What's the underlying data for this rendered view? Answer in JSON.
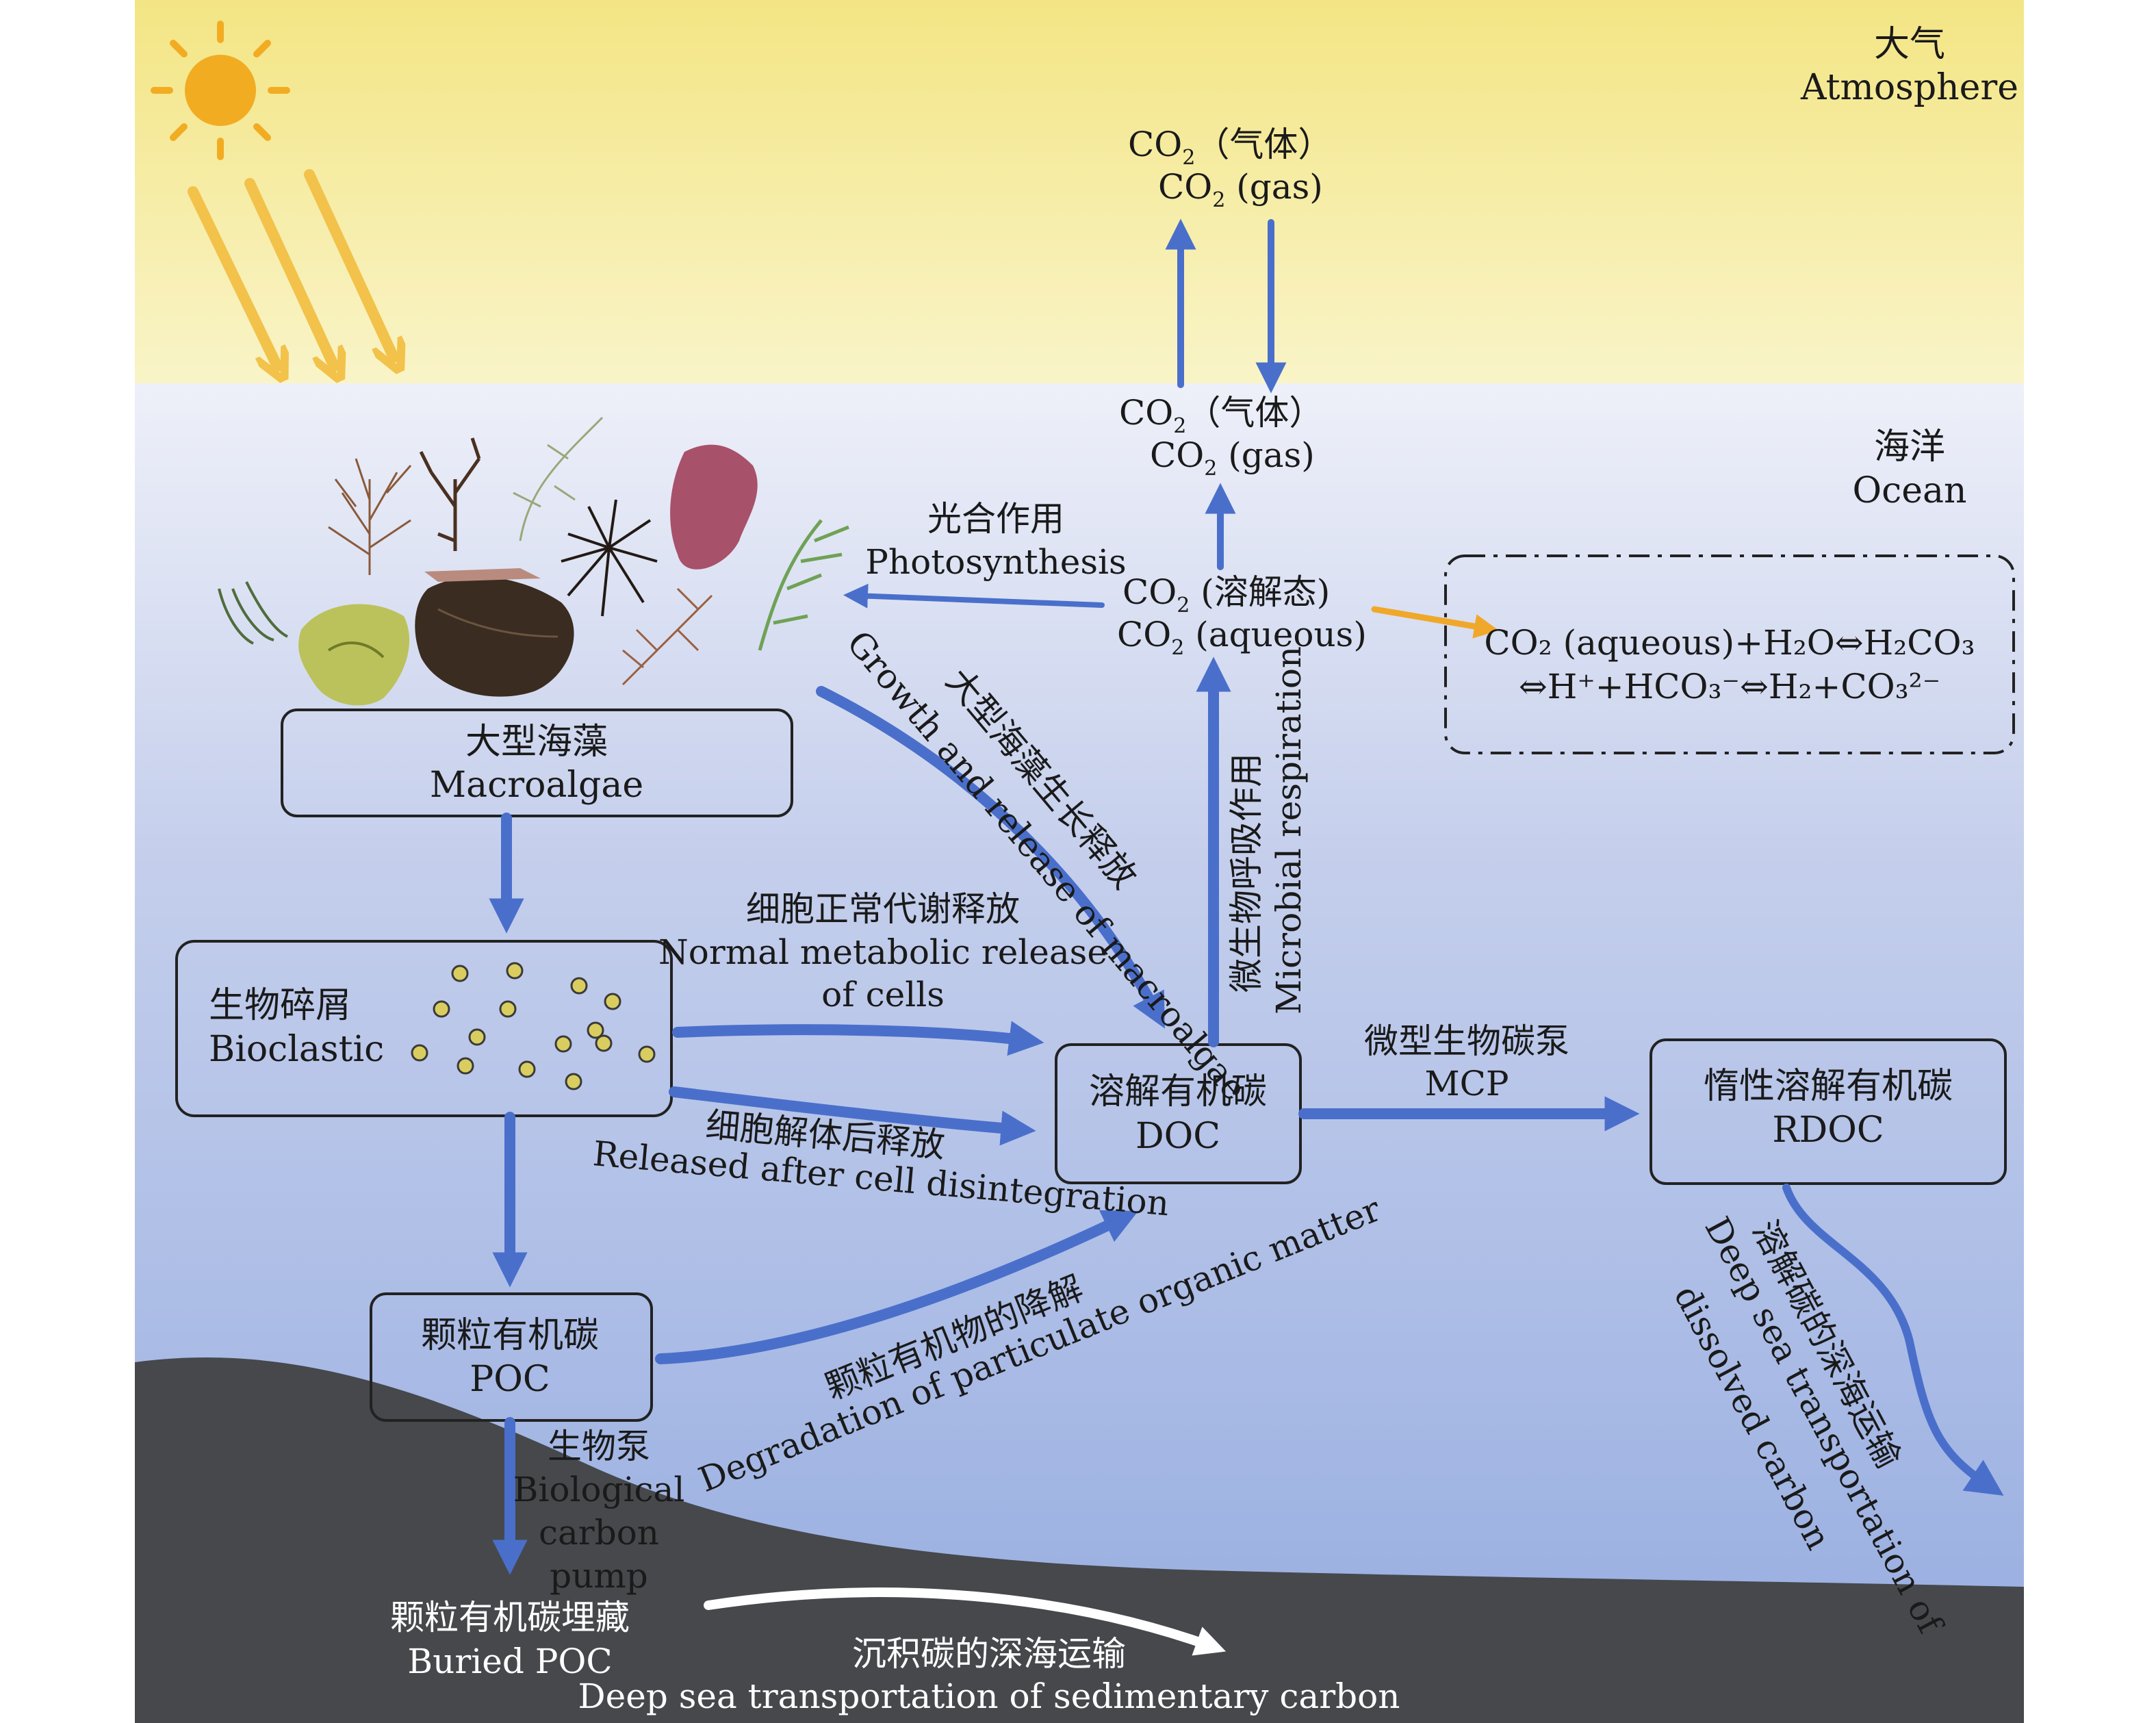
{
  "zones": {
    "atmosphere": {
      "zh": "大气",
      "en": "Atmosphere"
    },
    "ocean": {
      "zh": "海洋",
      "en": "Ocean"
    }
  },
  "co2_air": {
    "zh": "（气体）",
    "en": "(gas)"
  },
  "co2_surface": {
    "zh": "（气体）",
    "en": "(gas)"
  },
  "co2_dissolved": {
    "zh": "(溶解态)",
    "en": "(aqueous)"
  },
  "equilibrium": {
    "line1": "CO₂ (aqueous)+H₂O⇔H₂CO₃",
    "line2": "⇔H⁺+HCO₃⁻⇔H₂+CO₃²⁻"
  },
  "photosynthesis": {
    "zh": "光合作用",
    "en": "Photosynthesis"
  },
  "macroalgae": {
    "zh": "大型海藻",
    "en": "Macroalgae"
  },
  "bioclastic": {
    "zh": "生物碎屑",
    "en": "Bioclastic"
  },
  "doc": {
    "zh": "溶解有机碳",
    "en": "DOC"
  },
  "rdoc": {
    "zh": "惰性溶解有机碳",
    "en": "RDOC"
  },
  "poc": {
    "zh": "颗粒有机碳",
    "en": "POC"
  },
  "buried": {
    "zh": "颗粒有机碳埋藏",
    "en": "Buried POC"
  },
  "growth_release": {
    "zh": "大型海藻生长释放",
    "en": "Growth and release of macroalgae"
  },
  "microbial_resp": {
    "zh": "微生物呼吸作用",
    "en": "Microbial respiration"
  },
  "normal_release": {
    "zh": "细胞正常代谢释放",
    "en1": "Normal metabolic release",
    "en2": "of cells"
  },
  "disintegration": {
    "zh": "细胞解体后释放",
    "en": "Released after cell disintegration"
  },
  "mcp": {
    "zh": "微型生物碳泵",
    "en": "MCP"
  },
  "degradation": {
    "zh": "颗粒有机物的降解",
    "en": "Degradation of particulate organic matter"
  },
  "bio_pump": {
    "zh": "生物泵",
    "en1": "Biological",
    "en2": "carbon",
    "en3": "pump"
  },
  "deep_dissolved": {
    "zh": "溶解碳的深海运输",
    "en1": "Deep sea transportation of",
    "en2": "dissolved carbon"
  },
  "deep_sediment": {
    "zh": "沉积碳的深海运输",
    "en": "Deep sea transportation of sedimentary carbon"
  },
  "colors": {
    "sky_top": "#f3e584",
    "sky_bottom": "#f9f4c8",
    "ocean_top": "#eef0f9",
    "ocean_bottom": "#95ace0",
    "seabed": "#46484c",
    "arrow_blue": "#4a6fcb",
    "sun": "#f2ac22",
    "sun_rays": "#f2c24a",
    "orange_arrow": "#f0a82a"
  }
}
